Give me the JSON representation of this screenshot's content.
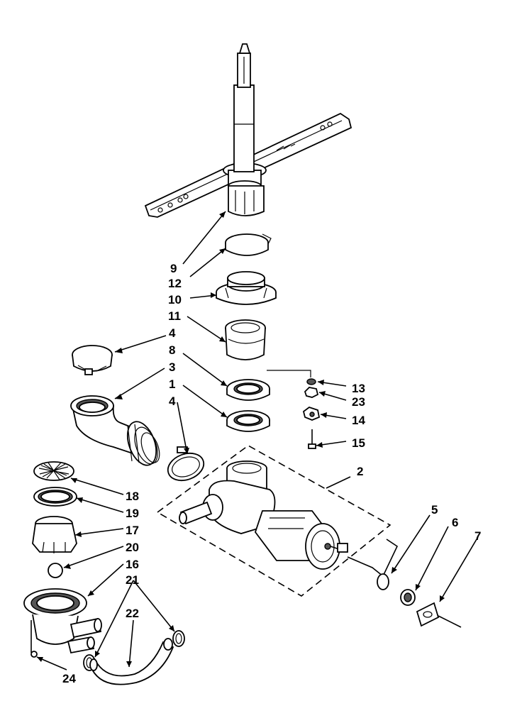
{
  "callouts": {
    "c1": "1",
    "c2": "2",
    "c3": "3",
    "c4a": "4",
    "c4b": "4",
    "c5": "5",
    "c6": "6",
    "c7": "7",
    "c8": "8",
    "c9": "9",
    "c10": "10",
    "c11": "11",
    "c12": "12",
    "c13": "13",
    "c14": "14",
    "c15": "15",
    "c16": "16",
    "c17": "17",
    "c18": "18",
    "c19": "19",
    "c20": "20",
    "c21": "21",
    "c22": "22",
    "c23": "23",
    "c24": "24"
  }
}
